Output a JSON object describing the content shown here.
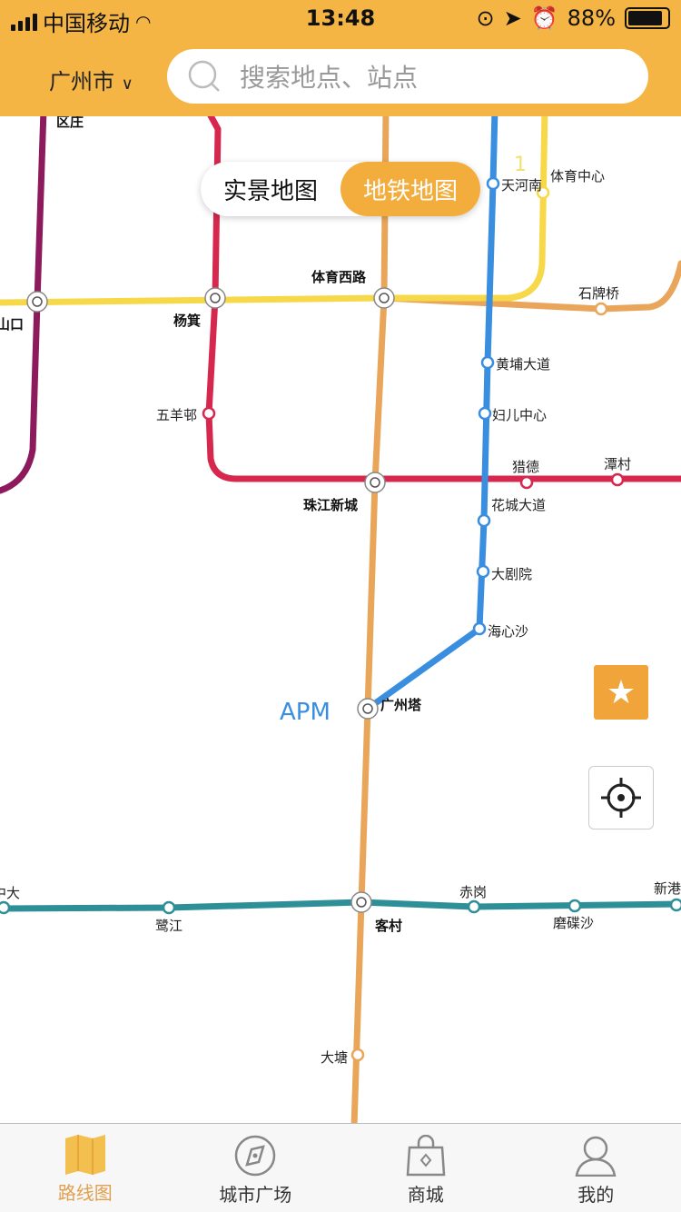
{
  "status": {
    "carrier": "中国移动",
    "time": "13:48",
    "battery": "88%",
    "battery_level": 0.88
  },
  "header": {
    "city": "广州市",
    "search_placeholder": "搜索地点、站点"
  },
  "toggle": {
    "options": [
      "实景地图",
      "地铁地图"
    ],
    "selected": "地铁地图"
  },
  "map": {
    "line_colors": {
      "line1": "#f7d848",
      "line2": "#e0a050",
      "line3": "#3a8ee0",
      "line5": "#d6284e",
      "line6": "#8c1a5c",
      "line8": "#2f8f98",
      "apm": "#3a8ee0"
    },
    "line_label": "1",
    "apm_label": "APM",
    "stations": [
      "区庄",
      "天河南",
      "体育中心",
      "体育西路",
      "杨箕",
      "山口",
      "石牌桥",
      "黄埔大道",
      "五羊邨",
      "妇儿中心",
      "猎德",
      "潭村",
      "珠江新城",
      "花城大道",
      "大剧院",
      "海心沙",
      "广州塔",
      "中大",
      "鹭江",
      "客村",
      "赤岗",
      "磨碟沙",
      "新港",
      "大塘"
    ]
  },
  "buttons": {
    "favorite": "star-icon",
    "locate": "crosshair-icon"
  },
  "tabs": [
    {
      "label": "路线图",
      "active": true
    },
    {
      "label": "城市广场"
    },
    {
      "label": "商城"
    },
    {
      "label": "我的"
    }
  ]
}
